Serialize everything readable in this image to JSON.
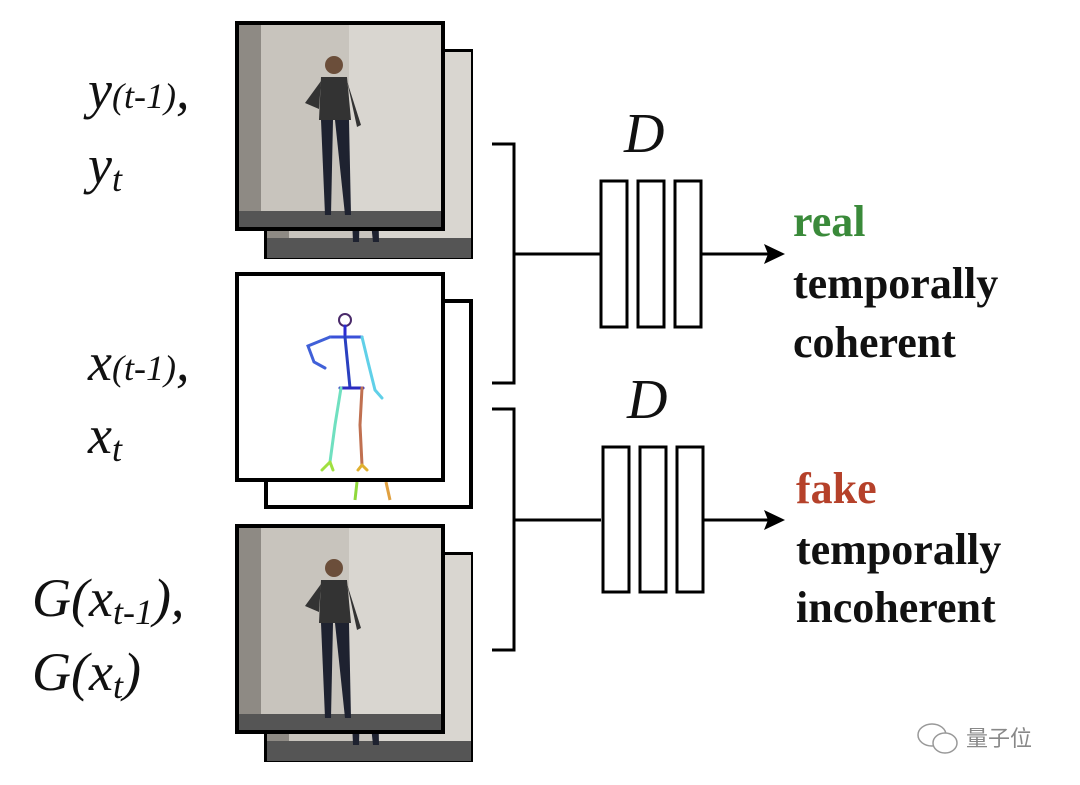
{
  "inputs": [
    {
      "line1": {
        "base": "y",
        "sub": "(t-1)",
        "tail": ","
      },
      "line2": {
        "base": "y",
        "sub": "t",
        "tail": ""
      },
      "type": "real frames"
    },
    {
      "line1": {
        "base": "x",
        "sub": "(t-1)",
        "tail": ","
      },
      "line2": {
        "base": "x",
        "sub": "t",
        "tail": ""
      },
      "type": "pose"
    },
    {
      "line1": {
        "pre": "G(x",
        "sub": "t-1",
        "tail": "),"
      },
      "line2": {
        "pre": "G(x",
        "sub": "t",
        "tail": ")"
      },
      "type": "generated frames"
    }
  ],
  "discriminators": [
    {
      "label": "D",
      "verdict": "real",
      "line2": "temporally",
      "line3": "coherent",
      "color": "#3a8a3a"
    },
    {
      "label": "D",
      "verdict": "fake",
      "line2": "temporally",
      "line3": "incoherent",
      "color": "#b5412a"
    }
  ],
  "watermark": "量子位"
}
